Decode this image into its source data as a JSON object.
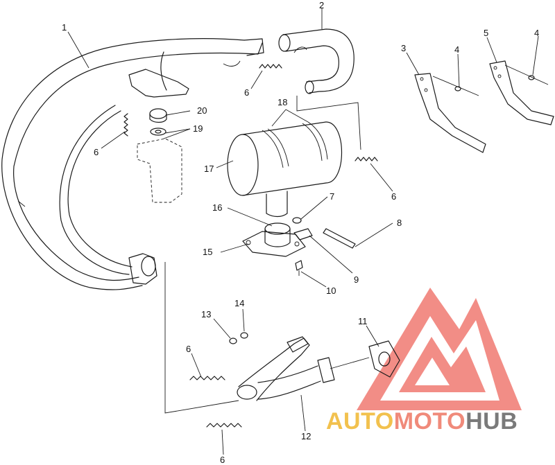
{
  "callouts": {
    "c1": "1",
    "c2": "2",
    "c3": "3",
    "c4a": "4",
    "c4b": "4",
    "c5": "5",
    "c6a": "6",
    "c6b": "6",
    "c6c": "6",
    "c6d": "6",
    "c6e": "6",
    "c7": "7",
    "c8": "8",
    "c9": "9",
    "c10": "10",
    "c11": "11",
    "c12": "12",
    "c13": "13",
    "c14": "14",
    "c15": "15",
    "c16": "16",
    "c17": "17",
    "c18": "18",
    "c19": "19",
    "c20": "20"
  },
  "watermark": {
    "part1": "AUTO",
    "part2": "MOTO",
    "part3": "HUB",
    "logo_icon": "triangle-m-logo-icon",
    "colors": {
      "auto": "#f2c14e",
      "moto": "#f08a7a",
      "hub": "#7a7a7a",
      "logo": "#f06b6b"
    }
  }
}
